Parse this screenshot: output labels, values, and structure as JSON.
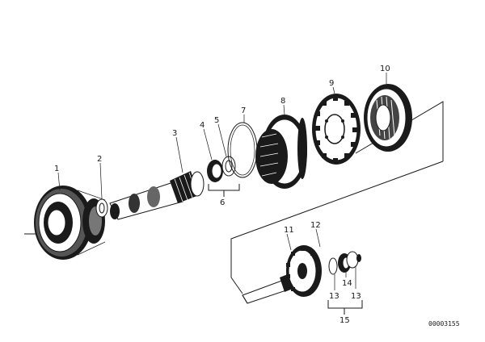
{
  "diagram": {
    "document_number": "00003155",
    "callouts": {
      "p1": "1",
      "p2": "2",
      "p3": "3",
      "p4": "4",
      "p5": "5",
      "p6": "6",
      "p7": "7",
      "p8": "8",
      "p9": "9",
      "p10": "10",
      "p11": "11",
      "p12": "12",
      "p13a": "13",
      "p13b": "13",
      "p14": "14",
      "p15": "15"
    }
  }
}
